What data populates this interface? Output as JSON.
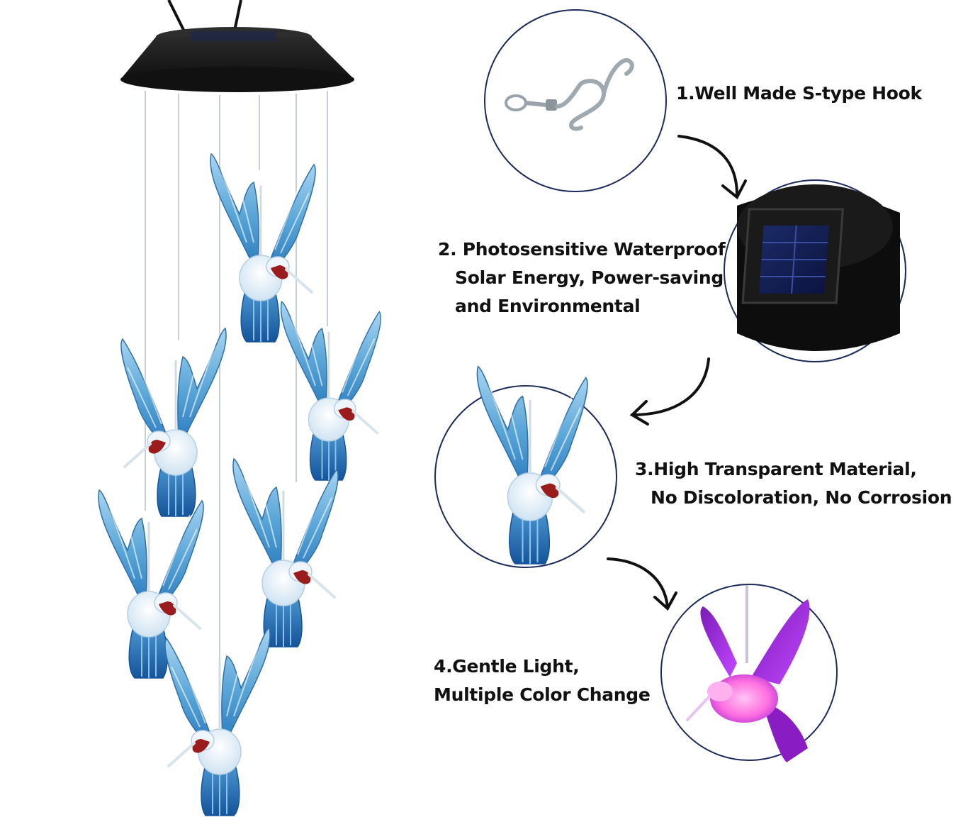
{
  "features": [
    {
      "lines": [
        "1.Well Made S-type Hook"
      ]
    },
    {
      "lines": [
        "2. Photosensitive Waterproof",
        "Solar Energy, Power-saving",
        "and Environmental"
      ]
    },
    {
      "lines": [
        "3.High Transparent Material,",
        "No Discoloration, No Corrosion"
      ]
    },
    {
      "lines": [
        "4.Gentle Light,",
        "Multiple Color Change"
      ]
    }
  ],
  "colors": {
    "circle_border": "#1c2a5c",
    "text": "#111111",
    "wing_blue": "#5aa6d8",
    "tail_blue": "#1f6fb3",
    "throat_red": "#9a1c1c",
    "led_purple": "#a22ad6",
    "led_pink": "#ff6fe0",
    "solar_cap": "#141414"
  },
  "icons": [
    "s-hook-icon",
    "solar-panel-icon",
    "hummingbird-icon",
    "arrow-curve-icon"
  ]
}
